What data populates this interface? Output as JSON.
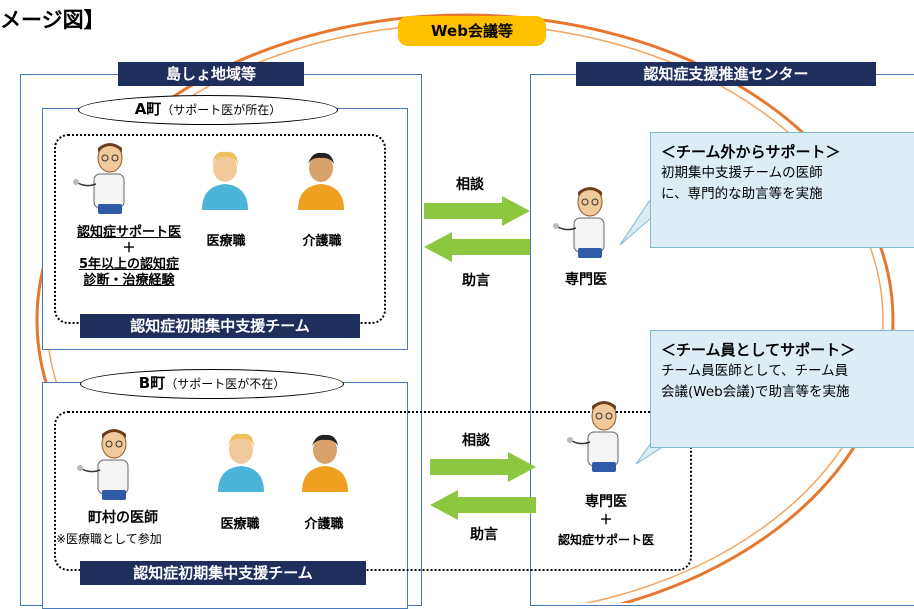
{
  "title": "メージ図】",
  "web_badge": "Web会議等",
  "left_panel": {
    "title": "島しょ地域等"
  },
  "right_panel": {
    "title": "認知症支援推進センター"
  },
  "town_a": {
    "name": "A町",
    "note": "（サポート医が所在）",
    "doctor_label_lines": [
      "認知症サポート医",
      "＋",
      "5年以上の認知症",
      "診断・治療経験"
    ],
    "medical_label": "医療職",
    "care_label": "介護職",
    "team_label": "認知症初期集中支援チーム"
  },
  "town_b": {
    "name": "B町",
    "note": "（サポート医が不在）",
    "doctor_label": "町村の医師",
    "doctor_note": "※医療職として参加",
    "medical_label": "医療職",
    "care_label": "介護職",
    "team_label": "認知症初期集中支援チーム"
  },
  "flow_top": {
    "consult": "相談",
    "advice": "助言",
    "specialist": "専門医"
  },
  "flow_bottom": {
    "consult": "相談",
    "advice": "助言",
    "specialist_lines": [
      "専門医",
      "＋",
      "認知症サポート医"
    ]
  },
  "callout_top": {
    "head": "＜チーム外からサポート＞",
    "lines": [
      "初期集中支援チームの医師",
      "に、専門的な助言等を実施"
    ]
  },
  "callout_bottom": {
    "head": "＜チーム員としてサポート＞",
    "lines": [
      "チーム員医師として、チーム員",
      "会議(Web会議)で助言等を実施"
    ]
  },
  "colors": {
    "navy": "#1f2f5c",
    "panel_border": "#4a7ab8",
    "badge": "#ffc000",
    "arrow_green": "#8dc63f",
    "ring_orange": "#e8772e",
    "callout_bg": "#dbeef6"
  }
}
